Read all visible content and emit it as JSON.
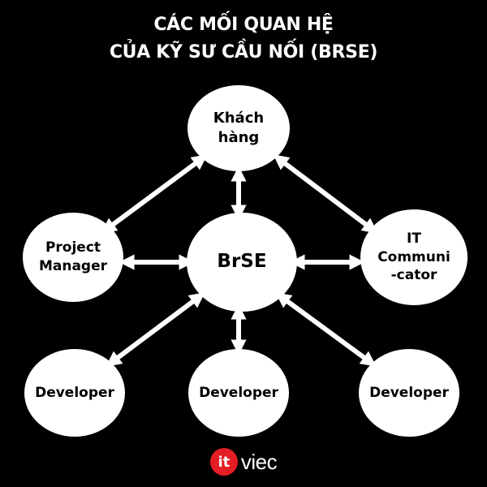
{
  "title": {
    "line1": "CÁC MỐI QUAN HỆ",
    "line2": "CỦA KỸ SƯ CẦU NỐI (BRSE)"
  },
  "nodes": {
    "customer": "Khách\nhàng",
    "brse": "BrSE",
    "project_manager": "Project\nManager",
    "it_communicator": "IT\nCommuni\n-cator",
    "developer_left": "Developer",
    "developer_center": "Developer",
    "developer_right": "Developer"
  },
  "logo": {
    "badge": "it",
    "text": "viec",
    "accent_color": "#e31e24"
  }
}
